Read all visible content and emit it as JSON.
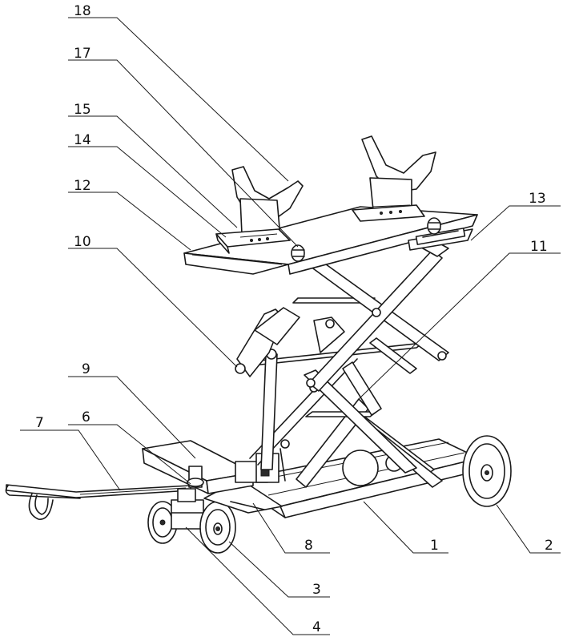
{
  "figure": {
    "labels": [
      {
        "id": "18",
        "text": "18"
      },
      {
        "id": "17",
        "text": "17"
      },
      {
        "id": "15",
        "text": "15"
      },
      {
        "id": "14",
        "text": "14"
      },
      {
        "id": "12",
        "text": "12"
      },
      {
        "id": "10",
        "text": "10"
      },
      {
        "id": "13",
        "text": "13"
      },
      {
        "id": "11",
        "text": "11"
      },
      {
        "id": "9",
        "text": "9"
      },
      {
        "id": "6",
        "text": "6"
      },
      {
        "id": "7",
        "text": "7"
      },
      {
        "id": "8",
        "text": "8"
      },
      {
        "id": "1",
        "text": "1"
      },
      {
        "id": "2",
        "text": "2"
      },
      {
        "id": "3",
        "text": "3"
      },
      {
        "id": "4",
        "text": "4"
      }
    ]
  }
}
